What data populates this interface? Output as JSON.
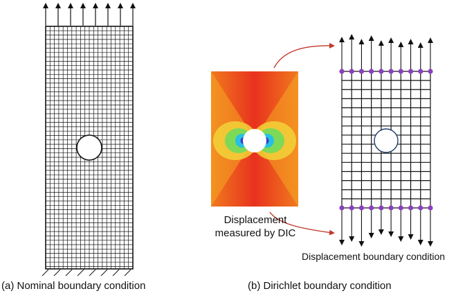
{
  "panel_a": {
    "caption": "(a) Nominal boundary condition"
  },
  "panel_b": {
    "caption": "(b) Dirichlet boundary condition",
    "dic_label_line1": "Displacement",
    "dic_label_line2": "measured by DIC",
    "grid_label": "Displacement boundary condition"
  },
  "colors": {
    "mesh_line": "#111111",
    "arrow": "#111111",
    "node_marker": "#8b3fbf",
    "link_arrow": "#c0392b",
    "field_high": "#e8321e",
    "field_mid": "#f07a1e",
    "field_low": "#4aa0e0",
    "hole_fill": "#ffffff",
    "hole_stroke_b": "#1f3a6b"
  }
}
